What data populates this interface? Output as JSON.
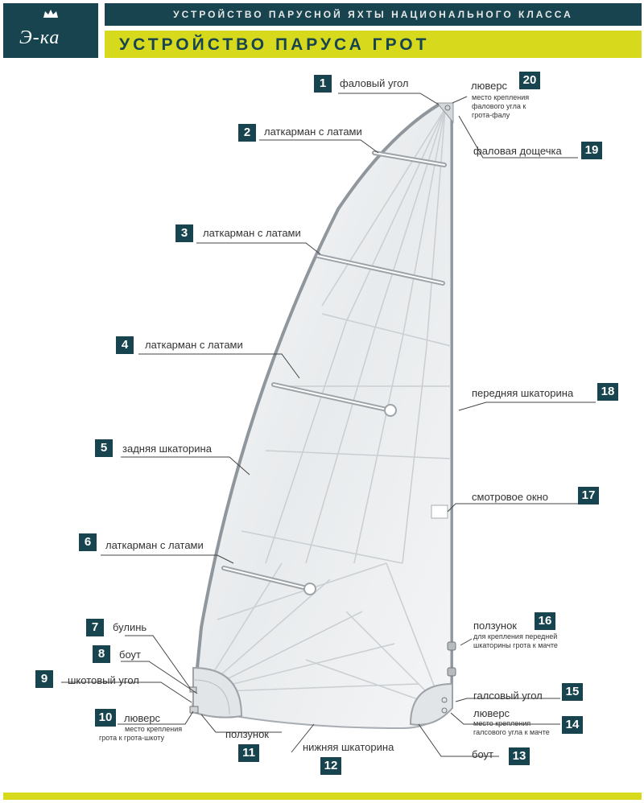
{
  "header": {
    "logo_text": "Э-ка",
    "subtitle": "УСТРОЙСТВО ПАРУСНОЙ ЯХТЫ НАЦИОНАЛЬНОГО КЛАССА",
    "title": "УСТРОЙСТВО ПАРУСА ГРОТ"
  },
  "labels": [
    {
      "n": "1",
      "text": "фаловый угол"
    },
    {
      "n": "2",
      "text": "латкарман с латами"
    },
    {
      "n": "3",
      "text": "латкарман с латами"
    },
    {
      "n": "4",
      "text": "латкарман с латами"
    },
    {
      "n": "5",
      "text": "задняя шкаторина"
    },
    {
      "n": "6",
      "text": "латкарман с латами"
    },
    {
      "n": "7",
      "text": "булинь"
    },
    {
      "n": "8",
      "text": "боут"
    },
    {
      "n": "9",
      "text": "шкотовый угол"
    },
    {
      "n": "10",
      "text": "люверс",
      "sub": [
        "место крепления",
        "грота к грота-шкоту"
      ]
    },
    {
      "n": "11",
      "text": "ползунок"
    },
    {
      "n": "12",
      "text": "нижняя шкаторина"
    },
    {
      "n": "13",
      "text": "боут"
    },
    {
      "n": "14",
      "text": "люверс",
      "sub": [
        "место крепления",
        "галсового угла к мачте"
      ]
    },
    {
      "n": "15",
      "text": "галсовый угол"
    },
    {
      "n": "16",
      "text": "ползунок",
      "sub": [
        "для крепления передней",
        "шкаторины грота к мачте"
      ]
    },
    {
      "n": "17",
      "text": "смотровое окно"
    },
    {
      "n": "18",
      "text": "передняя шкаторина"
    },
    {
      "n": "19",
      "text": "фаловая дощечка"
    },
    {
      "n": "20",
      "text": "люверс",
      "sub": [
        "место крепления",
        "фалового угла к",
        "грота-фалу"
      ]
    }
  ],
  "colors": {
    "dark": "#17444f",
    "accent": "#d7d91c",
    "sail": "#eef0f1",
    "seam": "#c9ced2"
  }
}
